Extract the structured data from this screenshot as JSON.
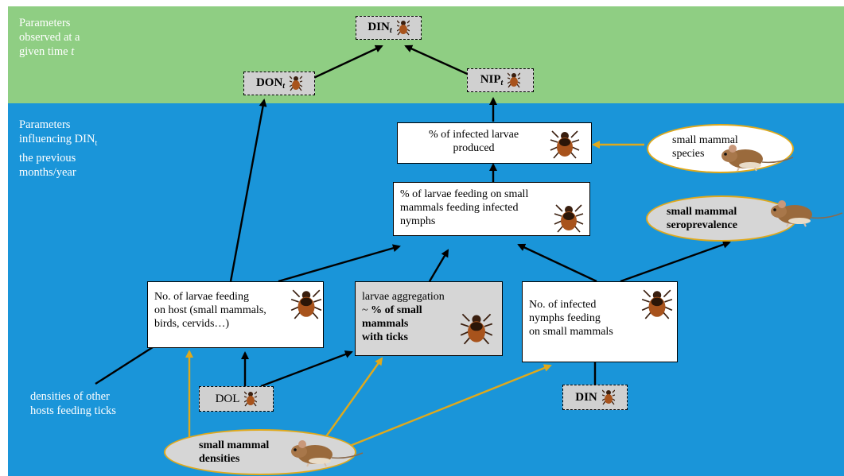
{
  "colors": {
    "top_band": "#8fce83",
    "bottom_band": "#1a95d9",
    "arrow_black": "#000000",
    "arrow_gold": "#e0a91b",
    "box_grey": "#d6d6d6"
  },
  "bands": {
    "top_label": [
      "Parameters",
      "observed at a",
      "given time"
    ],
    "top_label_t": "t",
    "bottom_label": [
      "Parameters",
      "influencing DIN",
      "the previous",
      "months/year"
    ],
    "bottom_label_sub": "t"
  },
  "observed": {
    "din_t": {
      "label": "DIN",
      "sub": "t"
    },
    "don_t": {
      "label": "DON",
      "sub": "t"
    },
    "nip_t": {
      "label": "NIP",
      "sub": "t"
    }
  },
  "boxes": {
    "infected_larvae": [
      "% of infected larvae",
      "produced"
    ],
    "larvae_feeding": [
      "% of larvae feeding on small",
      "mammals feeding infected",
      "nymphs"
    ],
    "larvae_on_host": [
      "No. of larvae feeding",
      "on host (small mammals,",
      "birds, cervids…)"
    ],
    "aggregation": {
      "line1": "larvae aggregation",
      "prefix": "~ ",
      "bold": [
        "% of small",
        "mammals",
        "with ticks"
      ]
    },
    "infected_nymphs": [
      "No. of infected",
      "nymphs feeding",
      "on small mammals"
    ]
  },
  "ovals": {
    "species": [
      "small mammal",
      "species"
    ],
    "seroprevalence": [
      "small mammal",
      "seroprevalence"
    ],
    "densities": [
      "small mammal",
      "densities"
    ]
  },
  "dashed": {
    "dol": "DOL",
    "din": "DIN"
  },
  "other_hosts": [
    "densities of other",
    "hosts feeding ticks"
  ],
  "icons": {
    "tick": "tick-icon",
    "mouse": "mouse-icon"
  }
}
